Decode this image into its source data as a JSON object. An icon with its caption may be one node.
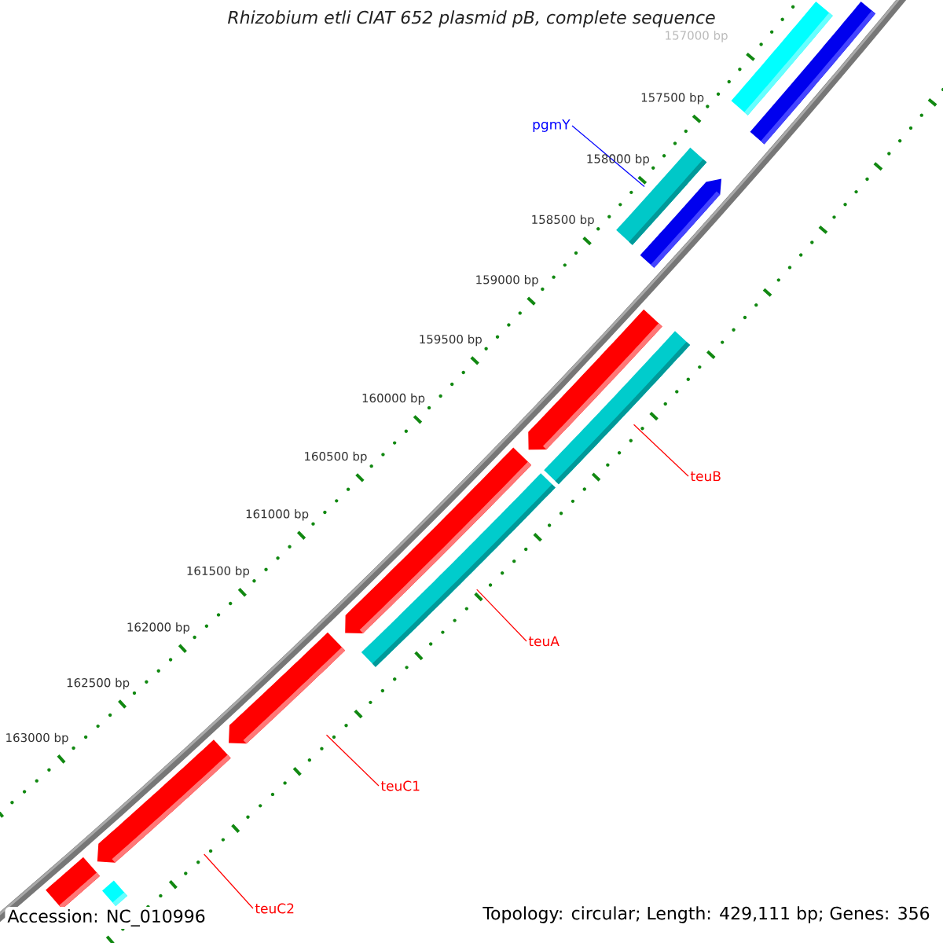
{
  "diagram": {
    "title": "Rhizobium etli CIAT 652 plasmid pB, complete sequence",
    "nodes": [
      {
        "text": [
          "pgmY"
        ]
      },
      {
        "text": [],
        "shape": "bar"
      },
      {
        "text": [],
        "shape": "bar"
      },
      {
        "text": [],
        "shape": "bar"
      },
      {
        "text": [],
        "shape": "arrow"
      },
      {
        "text": [],
        "shape": "arrow"
      },
      {
        "text": [],
        "shape": "bar"
      },
      {
        "text": [
          "teuB"
        ]
      },
      {
        "text": [],
        "shape": "arrow"
      },
      {
        "text": [],
        "shape": "bar"
      },
      {
        "text": [
          "teuA"
        ]
      },
      {
        "text": [],
        "shape": "arrow"
      },
      {
        "text": [
          "teuC1"
        ]
      },
      {
        "text": [],
        "shape": "arrow"
      },
      {
        "text": [],
        "shape": "bar"
      },
      {
        "text": [],
        "shape": "bar"
      },
      {
        "text": [
          "teuC2"
        ]
      }
    ],
    "edges": [
      {
        "from": 0,
        "to": 4,
        "arrow": "none",
        "color": "#0000ff"
      },
      {
        "from": 7,
        "to": 5,
        "arrow": "none"
      },
      {
        "from": 10,
        "to": 8,
        "arrow": "none"
      },
      {
        "from": 12,
        "to": 11,
        "arrow": "none"
      },
      {
        "from": 16,
        "to": 13,
        "arrow": "none"
      }
    ],
    "labels": [
      "157000 bp",
      "157500 bp",
      "158000 bp",
      "158500 bp",
      "159000 bp",
      "159500 bp",
      "160000 bp",
      "160500 bp",
      "161000 bp",
      "161500 bp",
      "162000 bp",
      "162500 bp",
      "163000 bp",
      "Accession: NC_010996",
      "Topology: circular; Length: 429,111 bp; Genes: 356"
    ]
  }
}
